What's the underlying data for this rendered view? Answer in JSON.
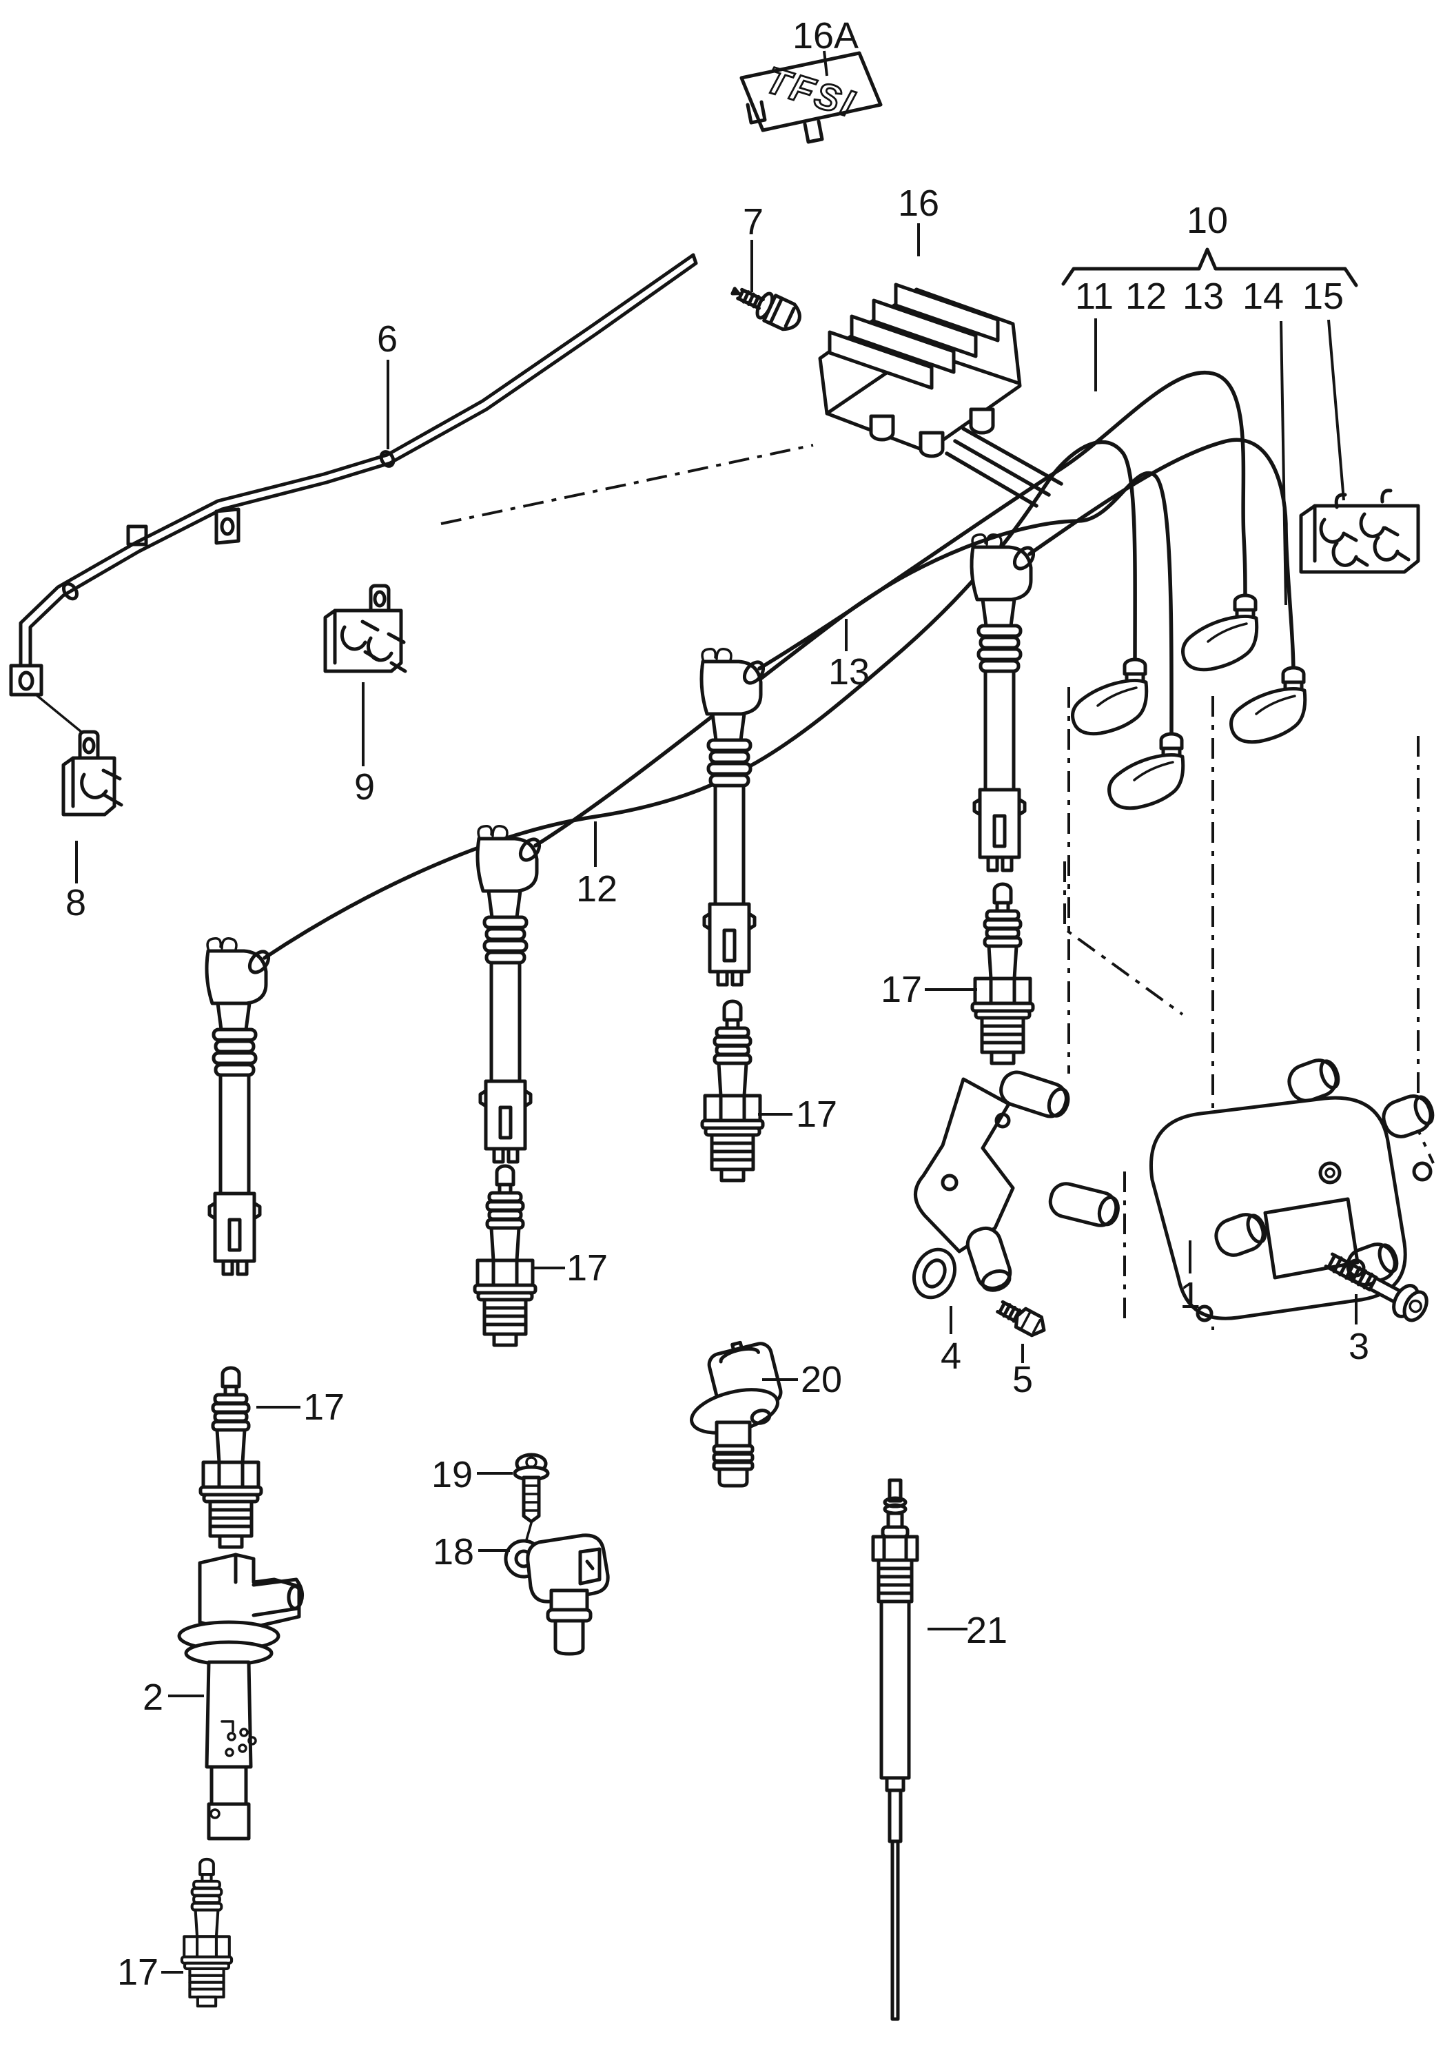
{
  "diagram": {
    "type": "exploded-parts-diagram",
    "background": "#ffffff",
    "line_color": "#141414",
    "plate_text": "TFSI",
    "group_label": {
      "text": "10",
      "members": [
        "11",
        "12",
        "13",
        "14",
        "15"
      ]
    },
    "callouts": [
      {
        "id": "16A",
        "text": "16A"
      },
      {
        "id": "7",
        "text": "7"
      },
      {
        "id": "16",
        "text": "16"
      },
      {
        "id": "10",
        "text": "10"
      },
      {
        "id": "11",
        "text": "11"
      },
      {
        "id": "12w",
        "text": "12"
      },
      {
        "id": "13w",
        "text": "13"
      },
      {
        "id": "14",
        "text": "14"
      },
      {
        "id": "15",
        "text": "15"
      },
      {
        "id": "6",
        "text": "6"
      },
      {
        "id": "9",
        "text": "9"
      },
      {
        "id": "8",
        "text": "8"
      },
      {
        "id": "12",
        "text": "12"
      },
      {
        "id": "13",
        "text": "13"
      },
      {
        "id": "17a",
        "text": "17"
      },
      {
        "id": "17b",
        "text": "17"
      },
      {
        "id": "17c",
        "text": "17"
      },
      {
        "id": "17d",
        "text": "17"
      },
      {
        "id": "17e",
        "text": "17"
      },
      {
        "id": "20",
        "text": "20"
      },
      {
        "id": "19",
        "text": "19"
      },
      {
        "id": "18",
        "text": "18"
      },
      {
        "id": "2",
        "text": "2"
      },
      {
        "id": "21",
        "text": "21"
      },
      {
        "id": "4",
        "text": "4"
      },
      {
        "id": "5",
        "text": "5"
      },
      {
        "id": "1",
        "text": "1"
      },
      {
        "id": "3",
        "text": "3"
      }
    ]
  }
}
